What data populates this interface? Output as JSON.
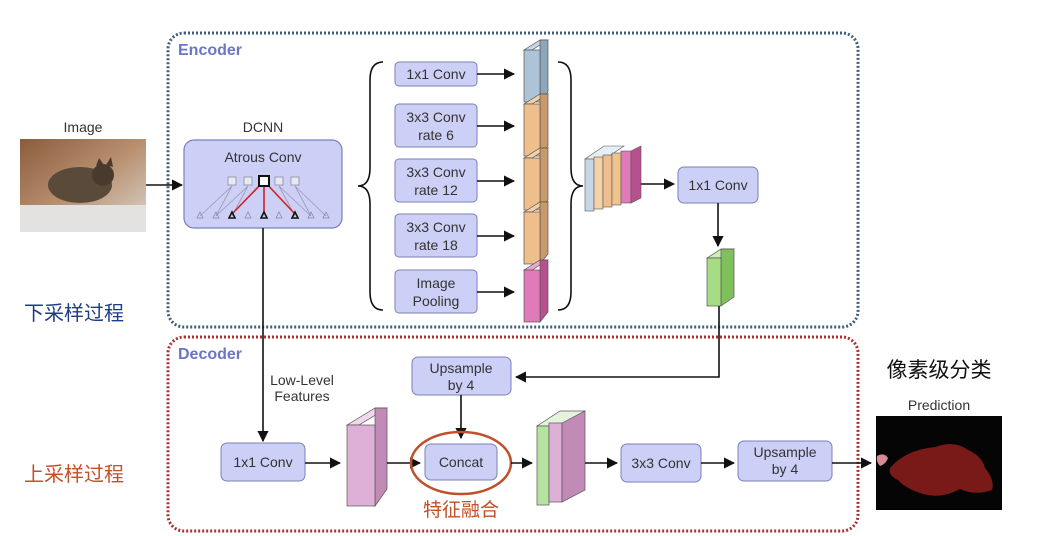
{
  "encoder": {
    "title": "Encoder",
    "input_label": "Image",
    "dcnn_label": "DCNN",
    "atrous_label": "Atrous Conv",
    "aspp": [
      {
        "line1": "1x1 Conv",
        "line2": ""
      },
      {
        "line1": "3x3 Conv",
        "line2": "rate 6"
      },
      {
        "line1": "3x3 Conv",
        "line2": "rate 12"
      },
      {
        "line1": "3x3 Conv",
        "line2": "rate 18"
      },
      {
        "line1": "Image",
        "line2": "Pooling"
      }
    ],
    "fuse_conv": "1x1 Conv",
    "side_label": "下采样过程"
  },
  "decoder": {
    "title": "Decoder",
    "low_level_line1": "Low-Level",
    "low_level_line2": "Features",
    "upsample_top_line1": "Upsample",
    "upsample_top_line2": "by 4",
    "conv1x1": "1x1 Conv",
    "concat": "Concat",
    "fusion_label": "特征融合",
    "conv3x3": "3x3 Conv",
    "upsample_bottom_line1": "Upsample",
    "upsample_bottom_line2": "by 4",
    "side_label": "上采样过程"
  },
  "output": {
    "title": "像素级分类",
    "prediction_label": "Prediction"
  },
  "colors": {
    "encoder_border": "#3d5f7c",
    "decoder_border": "#a83030",
    "box_fill": "#cdd0f6",
    "box_stroke": "#7b7fb8",
    "panel_title": "#6c74c4",
    "label_blue": "#1f3b8c",
    "label_red": "#c2502a",
    "concat_ring": "#c0502c"
  }
}
